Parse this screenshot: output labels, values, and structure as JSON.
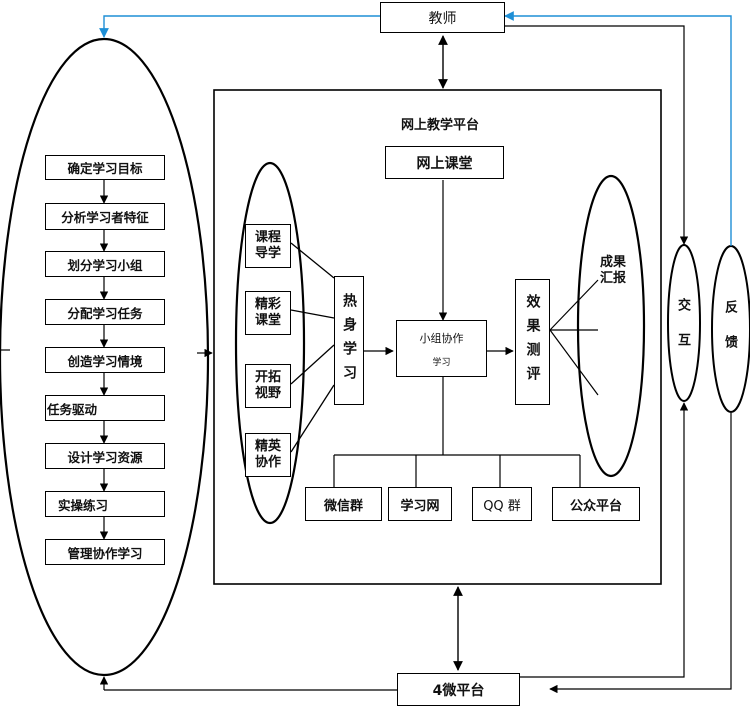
{
  "teacher": "教师",
  "platform_title": "网上教学平台",
  "online_class": "网上课堂",
  "steps": [
    "确定学习目标",
    "分析学习者特征",
    "划分学习小组",
    "分配学习任务",
    "创造学习情境",
    "任务驱动",
    "设计学习资源",
    "实操练习",
    "管理协作学习"
  ],
  "modules": [
    "课程导学",
    "精彩课堂",
    "开拓视野",
    "精英协作"
  ],
  "hot_learning": "热身学习",
  "group_collab": "小组协作",
  "group_collab_sub": "学习",
  "effect_test": "效果测评",
  "results_report": "成果汇报",
  "channels": [
    "微信群",
    "学习网",
    "QQ 群",
    "公众平台"
  ],
  "interaction": "交互",
  "feedback": "反馈",
  "micro_platform": "4微平台",
  "colors": {
    "line": "#000000",
    "blue_line": "#1e8fd6"
  }
}
